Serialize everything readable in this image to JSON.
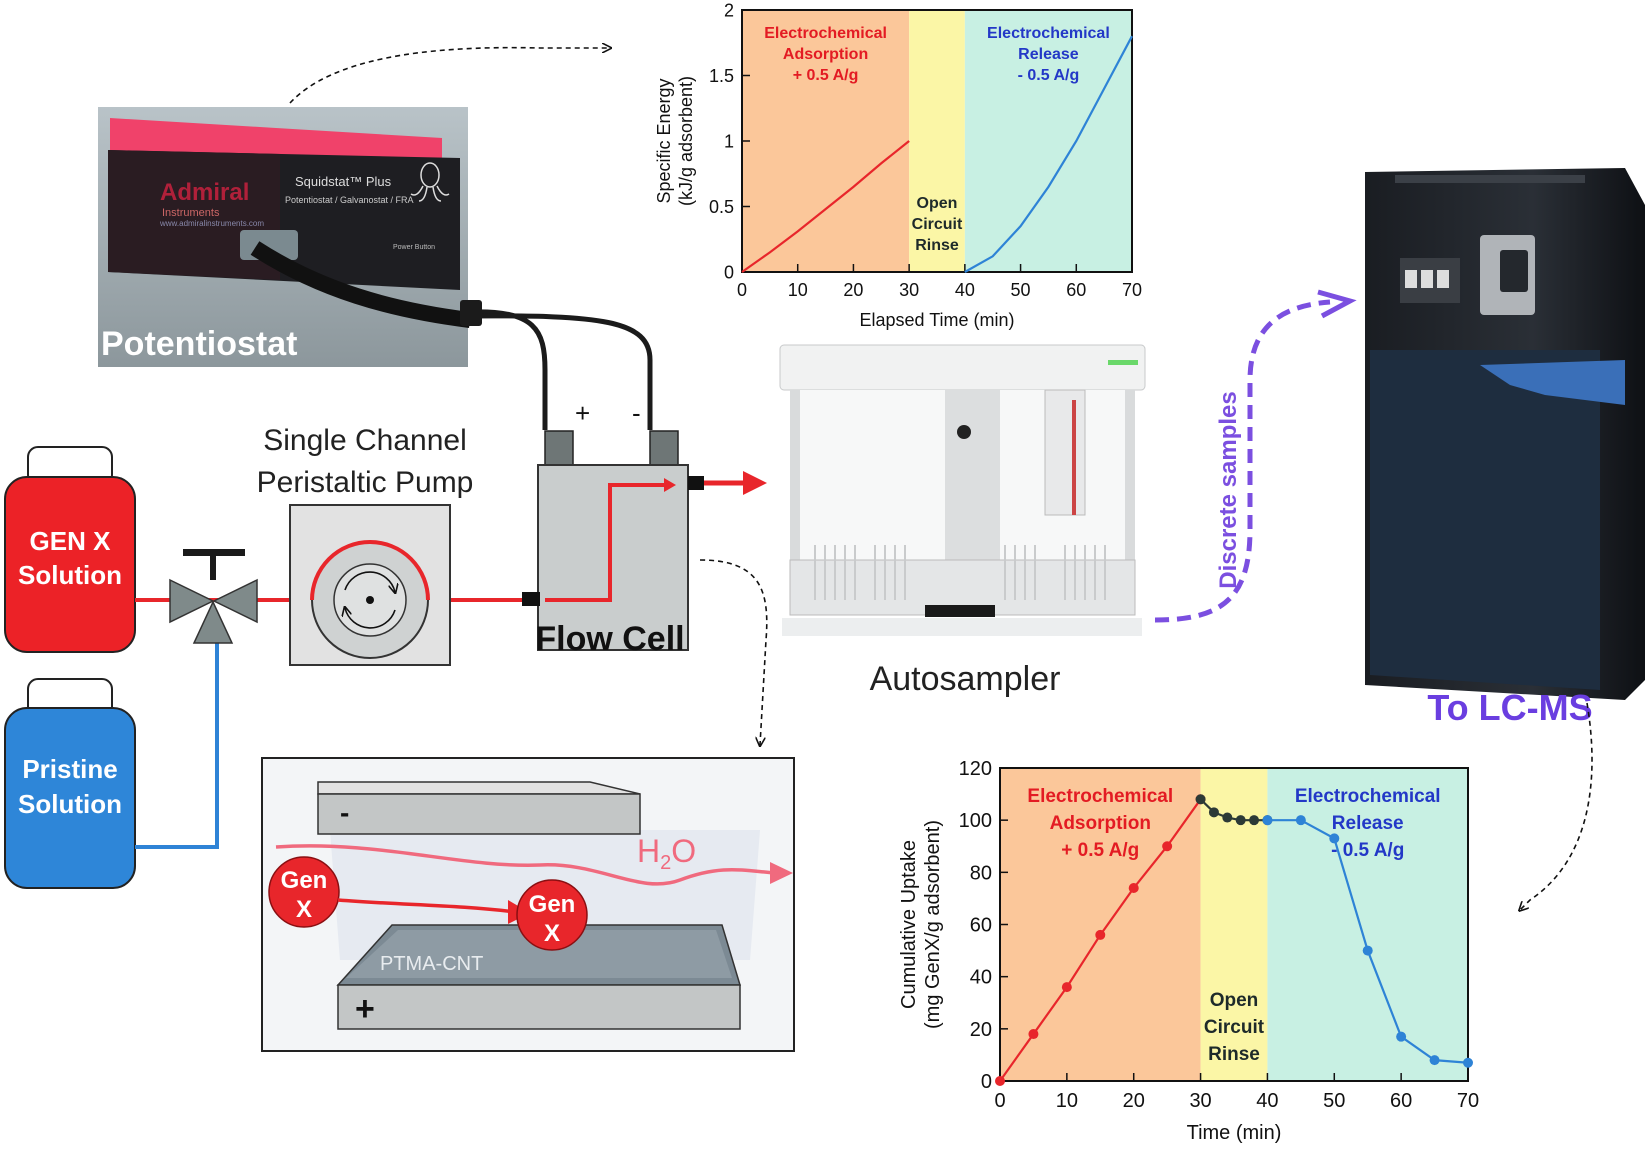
{
  "labels": {
    "potentiostat": "Potentiostat",
    "device_brand": "Admiral",
    "device_brand_sub": "Instruments",
    "device_model": "Squidstat™ Plus",
    "device_model_sub": "Potentiostat / Galvanostat / FRA",
    "device_url": "www.admiralinstruments.com",
    "device_power": "Power Button",
    "pump": [
      "Single Channel",
      "Peristaltic Pump"
    ],
    "gen_x": [
      "GEN X",
      "Solution"
    ],
    "pristine": [
      "Pristine",
      "Solution"
    ],
    "flow_cell": "Flow Cell",
    "plus": "+",
    "minus": "-",
    "autosampler": "Autosampler",
    "discrete": "Discrete samples",
    "lcms": "To LC-MS",
    "ptma": "PTMA-CNT",
    "h2o_h": "H",
    "h2o_2": "2",
    "h2o_o": "O",
    "genx_ball": [
      "Gen",
      "X"
    ]
  },
  "colors": {
    "red": "#e8262b",
    "blue": "#2e83d6",
    "purple": "#7b4fe0",
    "orange": "#fbc79a",
    "yellow": "#fbf6a6",
    "green": "#c8f0e3",
    "red_text": "#e31b23",
    "blue_text": "#2338c7",
    "pink": "#f06a7e"
  },
  "chart_data": [
    {
      "type": "line",
      "xlabel": "Elapsed Time (min)",
      "ylabel": [
        "Specific Energy",
        "(kJ/g adsorbent)"
      ],
      "xlim": [
        0,
        70
      ],
      "ylim": [
        0,
        2
      ],
      "xticks": [
        0,
        10,
        20,
        30,
        40,
        50,
        60,
        70
      ],
      "yticks": [
        0,
        0.5,
        1,
        1.5,
        2
      ],
      "regions": [
        {
          "x": [
            0,
            30
          ],
          "lines": [
            "Electrochemical",
            "Adsorption",
            "+ 0.5 A/g"
          ],
          "color_key": "orange",
          "text_key": "red_text"
        },
        {
          "x": [
            30,
            40
          ],
          "lines": [
            "Open",
            "Circuit",
            "Rinse"
          ],
          "color_key": "yellow",
          "text_key": "dark"
        },
        {
          "x": [
            40,
            70
          ],
          "lines": [
            "Electrochemical",
            "Release",
            "- 0.5 A/g"
          ],
          "color_key": "green",
          "text_key": "blue_text"
        }
      ],
      "series": [
        {
          "color_key": "red",
          "x": [
            0,
            5,
            10,
            15,
            20,
            25,
            30
          ],
          "y": [
            0,
            0.15,
            0.31,
            0.48,
            0.65,
            0.83,
            1.0
          ]
        },
        {
          "color_key": "blue",
          "x": [
            40,
            45,
            50,
            55,
            60,
            65,
            70
          ],
          "y": [
            0,
            0.12,
            0.35,
            0.65,
            1.0,
            1.4,
            1.8
          ]
        }
      ]
    },
    {
      "type": "line",
      "xlabel": "Time (min)",
      "ylabel": [
        "Cumulative Uptake",
        "(mg GenX/g adsorbent)"
      ],
      "xlim": [
        0,
        70
      ],
      "ylim": [
        0,
        120
      ],
      "xticks": [
        0,
        10,
        20,
        30,
        40,
        50,
        60,
        70
      ],
      "yticks": [
        0,
        20,
        40,
        60,
        80,
        100,
        120
      ],
      "regions": [
        {
          "x": [
            0,
            30
          ],
          "lines": [
            "Electrochemical",
            "Adsorption",
            "+ 0.5 A/g"
          ],
          "color_key": "orange",
          "text_key": "red_text"
        },
        {
          "x": [
            30,
            40
          ],
          "lines": [
            "Open",
            "Circuit",
            "Rinse"
          ],
          "color_key": "yellow",
          "text_key": "dark"
        },
        {
          "x": [
            40,
            70
          ],
          "lines": [
            "Electrochemical",
            "Release",
            "- 0.5 A/g"
          ],
          "color_key": "green",
          "text_key": "blue_text"
        }
      ],
      "series": [
        {
          "color_key": "red",
          "x": [
            0,
            5,
            10,
            15,
            20,
            25,
            30
          ],
          "y": [
            0,
            18,
            36,
            56,
            74,
            90,
            108
          ]
        },
        {
          "color_key": "dark_green",
          "x": [
            30,
            32,
            34,
            36,
            38,
            40
          ],
          "y": [
            108,
            103,
            101,
            100,
            100,
            100
          ]
        },
        {
          "color_key": "blue",
          "x": [
            40,
            45,
            50,
            55,
            60,
            65,
            70
          ],
          "y": [
            100,
            100,
            93,
            50,
            17,
            8,
            7
          ]
        }
      ]
    }
  ]
}
